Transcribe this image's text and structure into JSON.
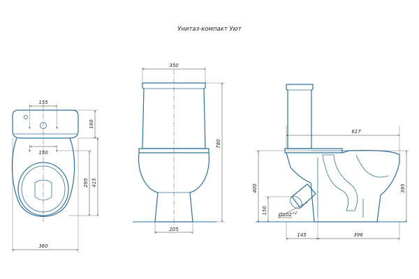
{
  "title": "Унитаз-компакт Уют",
  "colors": {
    "outline": "#2f6f95",
    "dimension": "#333333"
  },
  "top_view": {
    "dim_tank_holes": "155",
    "dim_tank_depth": "160",
    "dim_bowl_holes": "150",
    "dim_bowl_295": "295",
    "dim_bowl_415": "415",
    "dim_width": "360"
  },
  "front_view": {
    "dim_tank_width": "350",
    "dim_height": "780",
    "dim_base_width": "205"
  },
  "side_view": {
    "dim_length": "617",
    "dim_400": "400",
    "dim_395": "395",
    "dim_150": "150",
    "dim_outlet": "Ø102",
    "dim_outlet_sup": "+2",
    "dim_145": "145",
    "dim_396": "396"
  }
}
